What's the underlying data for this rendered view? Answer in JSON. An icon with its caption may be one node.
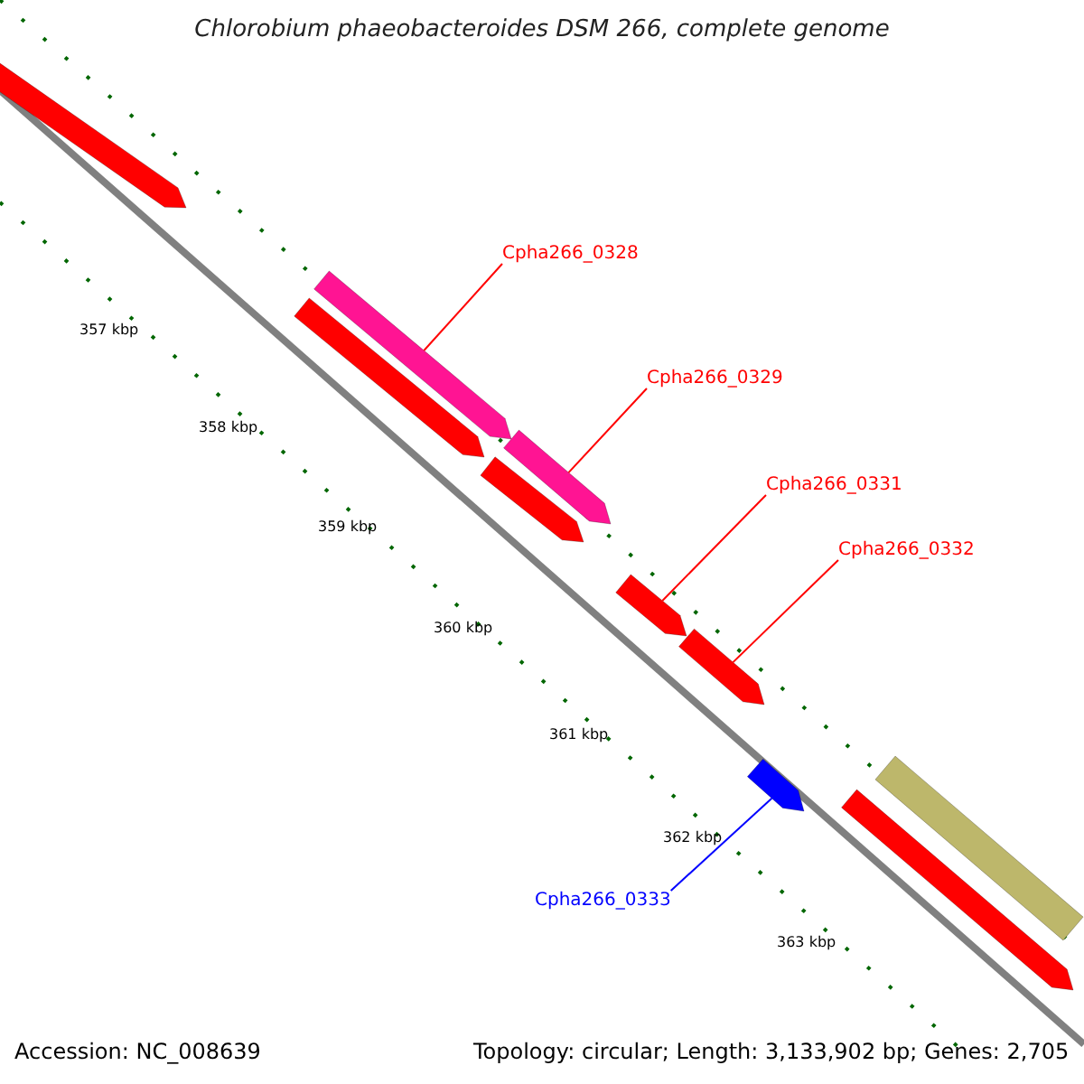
{
  "diagram": {
    "title": "Chlorobium phaeobacteroides DSM 266, complete genome",
    "nodes": [
      {
        "text": [],
        "shape": "arrow"
      },
      {
        "text": [
          "Cpha266_0328"
        ]
      },
      {
        "text": [],
        "shape": "arrow"
      },
      {
        "text": [],
        "shape": "arrow"
      },
      {
        "text": [
          "Cpha266_0329"
        ]
      },
      {
        "text": [],
        "shape": "arrow"
      },
      {
        "text": [],
        "shape": "arrow"
      },
      {
        "text": [
          "Cpha266_0331"
        ]
      },
      {
        "text": [],
        "shape": "arrow"
      },
      {
        "text": [
          "Cpha266_0332"
        ]
      },
      {
        "text": [],
        "shape": "arrow"
      },
      {
        "text": [],
        "shape": "arrow"
      },
      {
        "text": [
          "Cpha266_0333"
        ]
      },
      {
        "text": [],
        "shape": "bar"
      },
      {
        "text": [],
        "shape": "arrow"
      }
    ],
    "edges": [
      {
        "from": 1,
        "to": 2,
        "arrow": "none"
      },
      {
        "from": 4,
        "to": 5,
        "arrow": "none"
      },
      {
        "from": 7,
        "to": 8,
        "arrow": "none"
      },
      {
        "from": 9,
        "to": 10,
        "arrow": "none"
      },
      {
        "from": 12,
        "to": 11,
        "arrow": "none",
        "color": "#0000ff"
      }
    ],
    "labels": [
      "357 kbp",
      "358 kbp",
      "359 kbp",
      "360 kbp",
      "361 kbp",
      "362 kbp",
      "363 kbp",
      "Accession: NC_008639",
      "Topology: circular; Length: 3,133,902 bp; Genes: 2,705"
    ]
  }
}
